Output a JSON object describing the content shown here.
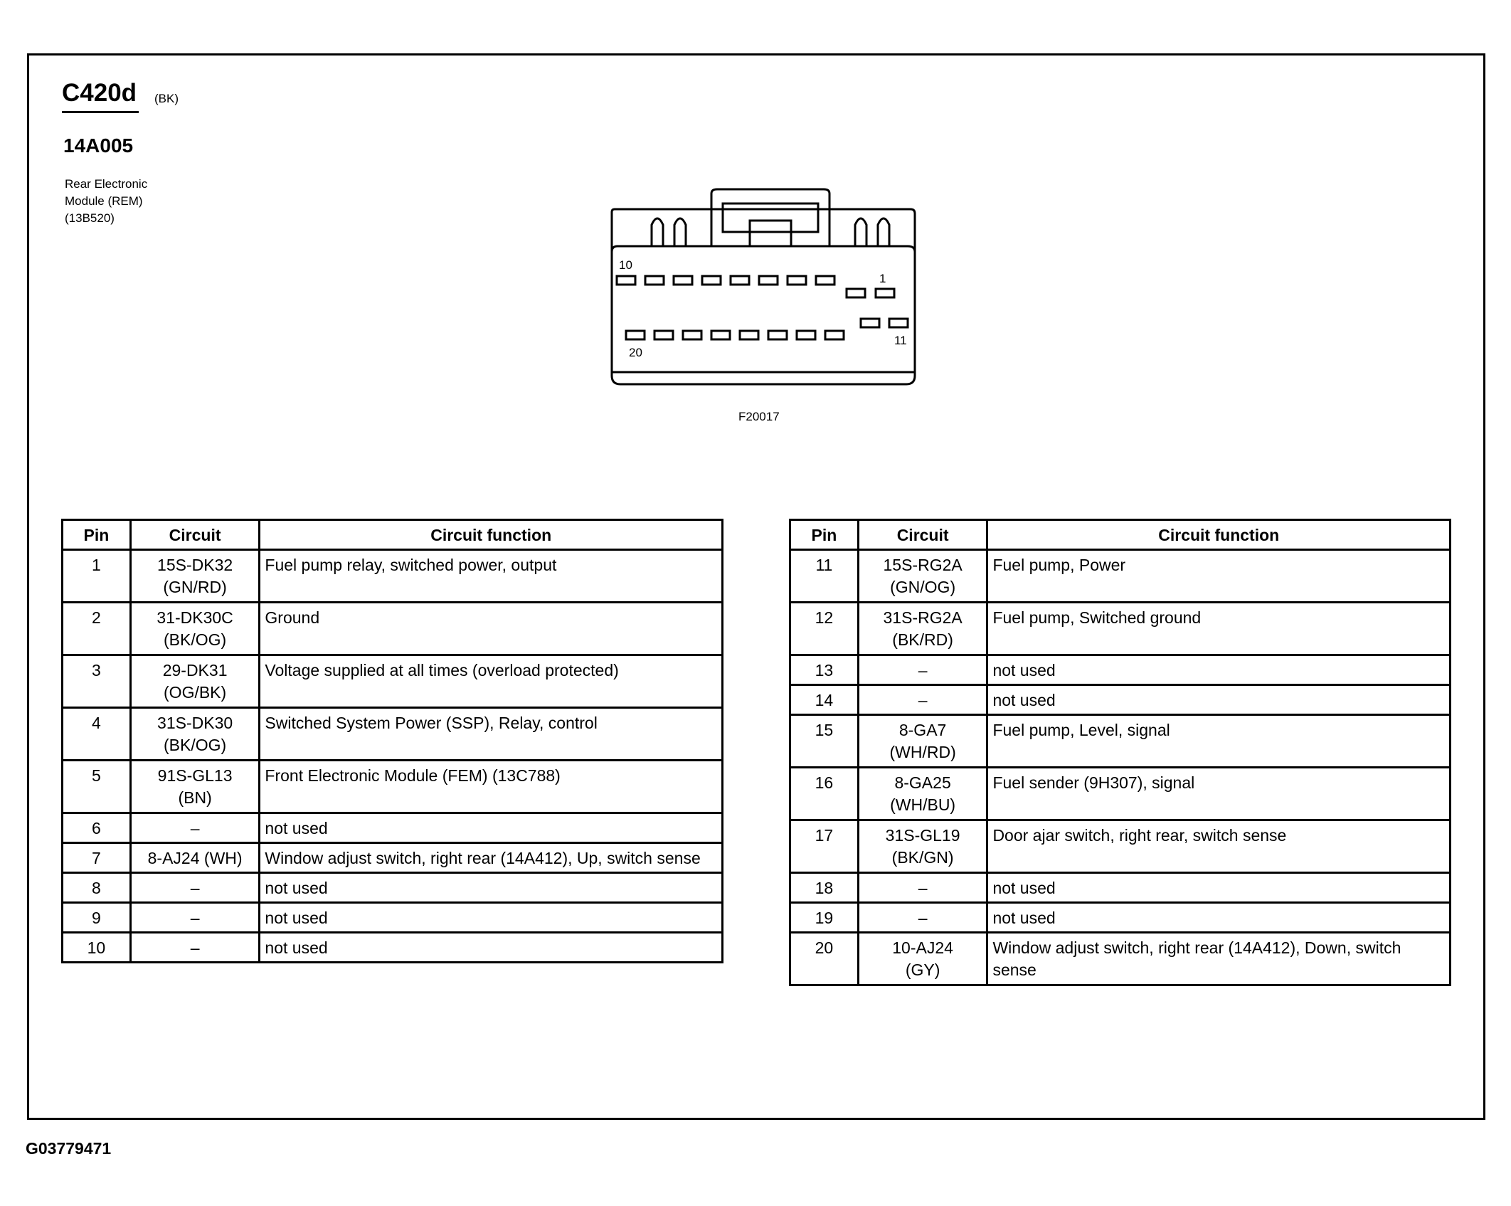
{
  "header": {
    "connector_id": "C420d",
    "connector_color": "(BK)",
    "part_number": "14A005",
    "module_description": [
      "Rear Electronic",
      "Module (REM)",
      "(13B520)"
    ]
  },
  "connector_diagram": {
    "labels": {
      "top_left_pin": "10",
      "top_right_pin": "1",
      "bottom_left_pin": "20",
      "bottom_right_pin": "11"
    },
    "figure_code": "F20017"
  },
  "image_code": "G03779471",
  "tables": {
    "headers": {
      "pin": "Pin",
      "circuit": "Circuit",
      "function": "Circuit function"
    },
    "left": [
      {
        "pin": "1",
        "circuit": [
          "15S-DK32",
          "(GN/RD)"
        ],
        "function": "Fuel pump relay, switched power, output"
      },
      {
        "pin": "2",
        "circuit": [
          "31-DK30C",
          "(BK/OG)"
        ],
        "function": "Ground"
      },
      {
        "pin": "3",
        "circuit": [
          "29-DK31",
          "(OG/BK)"
        ],
        "function": "Voltage supplied at all times (overload protected)"
      },
      {
        "pin": "4",
        "circuit": [
          "31S-DK30",
          "(BK/OG)"
        ],
        "function": "Switched System Power (SSP), Relay, control"
      },
      {
        "pin": "5",
        "circuit": [
          "91S-GL13",
          "(BN)"
        ],
        "function": "Front Electronic Module (FEM) (13C788)"
      },
      {
        "pin": "6",
        "circuit": [
          "–"
        ],
        "function": "not used"
      },
      {
        "pin": "7",
        "circuit": [
          "8-AJ24 (WH)"
        ],
        "function": "Window adjust switch, right rear (14A412), Up, switch sense"
      },
      {
        "pin": "8",
        "circuit": [
          "–"
        ],
        "function": "not used"
      },
      {
        "pin": "9",
        "circuit": [
          "–"
        ],
        "function": "not used"
      },
      {
        "pin": "10",
        "circuit": [
          "–"
        ],
        "function": "not used"
      }
    ],
    "right": [
      {
        "pin": "11",
        "circuit": [
          "15S-RG2A",
          "(GN/OG)"
        ],
        "function": "Fuel pump, Power"
      },
      {
        "pin": "12",
        "circuit": [
          "31S-RG2A",
          "(BK/RD)"
        ],
        "function": "Fuel pump, Switched ground"
      },
      {
        "pin": "13",
        "circuit": [
          "–"
        ],
        "function": "not used"
      },
      {
        "pin": "14",
        "circuit": [
          "–"
        ],
        "function": "not used"
      },
      {
        "pin": "15",
        "circuit": [
          "8-GA7",
          "(WH/RD)"
        ],
        "function": "Fuel pump, Level, signal"
      },
      {
        "pin": "16",
        "circuit": [
          "8-GA25",
          "(WH/BU)"
        ],
        "function": "Fuel sender (9H307), signal"
      },
      {
        "pin": "17",
        "circuit": [
          "31S-GL19",
          "(BK/GN)"
        ],
        "function": "Door ajar switch, right rear, switch sense"
      },
      {
        "pin": "18",
        "circuit": [
          "–"
        ],
        "function": "not used"
      },
      {
        "pin": "19",
        "circuit": [
          "–"
        ],
        "function": "not used"
      },
      {
        "pin": "20",
        "circuit": [
          "10-AJ24",
          "(GY)"
        ],
        "function": "Window adjust switch, right rear (14A412), Down, switch sense"
      }
    ]
  }
}
